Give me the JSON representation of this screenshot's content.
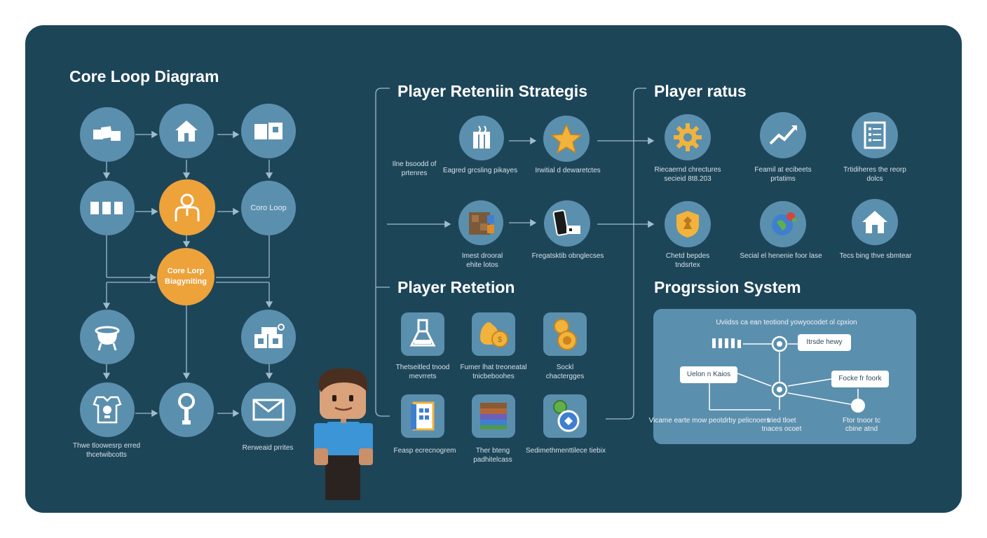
{
  "colors": {
    "panel": "#1d4558",
    "node": "#5b8fae",
    "accent": "#eda23a",
    "line": "#9fbccd"
  },
  "core_loop": {
    "title": "Core Loop Diagram",
    "nodes": [
      {
        "icon": "boxes-icon"
      },
      {
        "icon": "house-icon"
      },
      {
        "icon": "crates-icon"
      },
      {
        "icon": "bars-icon"
      },
      {
        "icon": "player-icon"
      },
      {
        "text": "Coro Loop"
      },
      {
        "text": "Core Lorp Biagyniting"
      },
      {
        "icon": "cauldron-icon"
      },
      {
        "icon": "blocks-icon"
      },
      {
        "icon": "trophy-shirt-icon"
      },
      {
        "icon": "key-icon"
      },
      {
        "icon": "envelope-icon"
      }
    ],
    "labels": [
      "Thwe tloowesrp erred thcetwibcotts",
      "Rerweaid prrites"
    ]
  },
  "retention_strategies": {
    "title": "Player Reteniin Strategis",
    "side_label": "Ilne bsoodd of prtenres",
    "items": [
      {
        "icon": "crate-icon",
        "label": "Eagred grcsling pikayes"
      },
      {
        "icon": "star-icon",
        "label": "Irwitial d dewaretctes"
      },
      {
        "icon": "cube-icon",
        "label": "Imest drooral ehite lotos"
      },
      {
        "icon": "phone-icon",
        "label": "Fregatsktib obnglecses"
      }
    ]
  },
  "player_status": {
    "title": "Player ratus",
    "items": [
      {
        "icon": "gear-icon",
        "label": "Riecaernd chrectures secieid 8t8.203"
      },
      {
        "icon": "trend-icon",
        "label": "Feamil at ecibeets prtatims"
      },
      {
        "icon": "checklist-icon",
        "label": "Trtidiheres the reorp dolcs"
      },
      {
        "icon": "badge-icon",
        "label": "Chetd bepdes tndsrtex"
      },
      {
        "icon": "globe-icon",
        "label": "Secial el henenie foor lase"
      },
      {
        "icon": "home-icon",
        "label": "Tecs bing thve sbmtear"
      }
    ]
  },
  "player_retention": {
    "title": "Player Retetion",
    "items": [
      {
        "icon": "flask-icon",
        "label": "Thetseitled tnood mevrrets"
      },
      {
        "icon": "coin-bag-icon",
        "label": "Fumer lhat treoneatal tnicbeboohes"
      },
      {
        "icon": "coins-icon",
        "label": "Sockl chactergges"
      },
      {
        "icon": "book-icon",
        "label": "Feasp ecrecnogrem"
      },
      {
        "icon": "chest-icon",
        "label": "Ther bteng padhitelcass"
      },
      {
        "icon": "medal-icon",
        "label": "Sedimethmenttilece tiebix"
      }
    ]
  },
  "progression": {
    "title": "Progrssion System",
    "caption": "Uviidss ca ean teotiond yowyocodet ol cpxion",
    "boxes": [
      "Itrsde hewy",
      "Uelon n Kaios",
      "Focke fr foork"
    ],
    "notes": [
      "Vicame earte mow peotdrby pelicnoers",
      "Iried tloet tnaces ocoet",
      "Ftor tnoor tc cbine atnd"
    ]
  }
}
